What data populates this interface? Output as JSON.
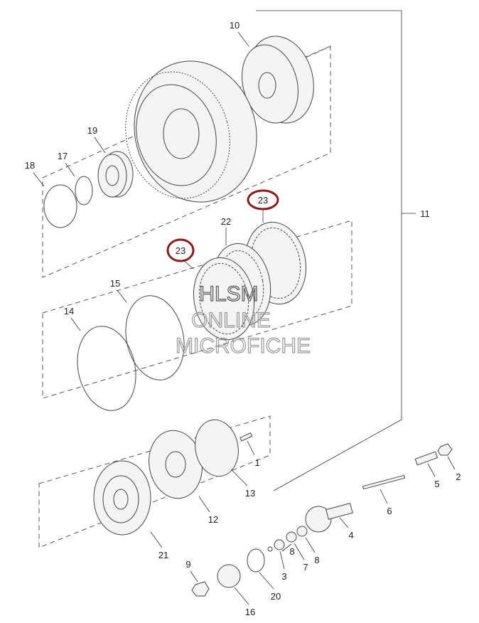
{
  "callouts": {
    "c10": "10",
    "c19": "19",
    "c17": "17",
    "c18": "18",
    "c23a": "23",
    "c22": "22",
    "c23b": "23",
    "c11": "11",
    "c15": "15",
    "c14": "14",
    "c1": "1",
    "c2": "2",
    "c5": "5",
    "c13": "13",
    "c6": "6",
    "c12": "12",
    "c4": "4",
    "c21": "21",
    "c9": "9",
    "c8a": "8",
    "c8b": "8",
    "c7": "7",
    "c3": "3",
    "c20": "20",
    "c16": "16"
  },
  "watermark": {
    "line1": "HLSM",
    "line2": "ONLINE",
    "line3": "MICROFICHE"
  },
  "colors": {
    "highlight": "#8b1a1a"
  }
}
